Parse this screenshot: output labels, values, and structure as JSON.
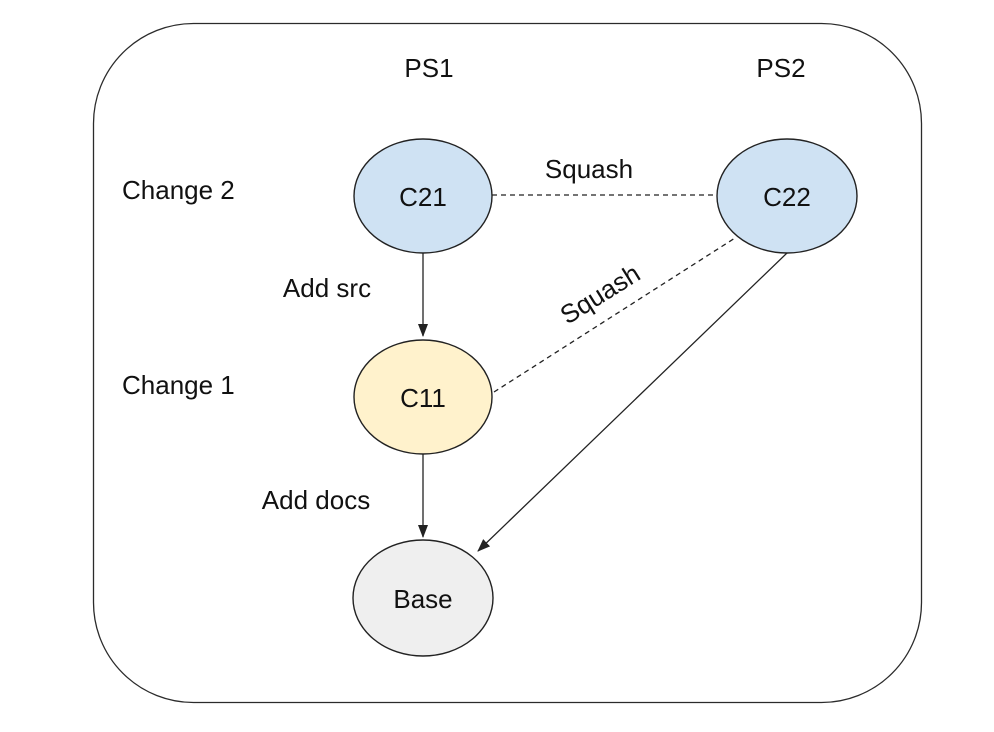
{
  "diagram": {
    "patchset_headers": {
      "ps1": "PS1",
      "ps2": "PS2"
    },
    "change_rows": {
      "change2": "Change 2",
      "change1": "Change 1"
    },
    "nodes": {
      "c21": {
        "label": "C21",
        "fill": "#cfe2f3"
      },
      "c22": {
        "label": "C22",
        "fill": "#cfe2f3"
      },
      "c11": {
        "label": "C11",
        "fill": "#fff2cc"
      },
      "base": {
        "label": "Base",
        "fill": "#efefef"
      }
    },
    "edge_labels": {
      "add_src": "Add src",
      "add_docs": "Add docs",
      "squash_c21_c22": "Squash",
      "squash_c11_c22": "Squash"
    },
    "colors": {
      "node_blue": "#cfe2f3",
      "node_yellow": "#fff2cc",
      "node_gray": "#efefef",
      "stroke": "#222222"
    }
  }
}
